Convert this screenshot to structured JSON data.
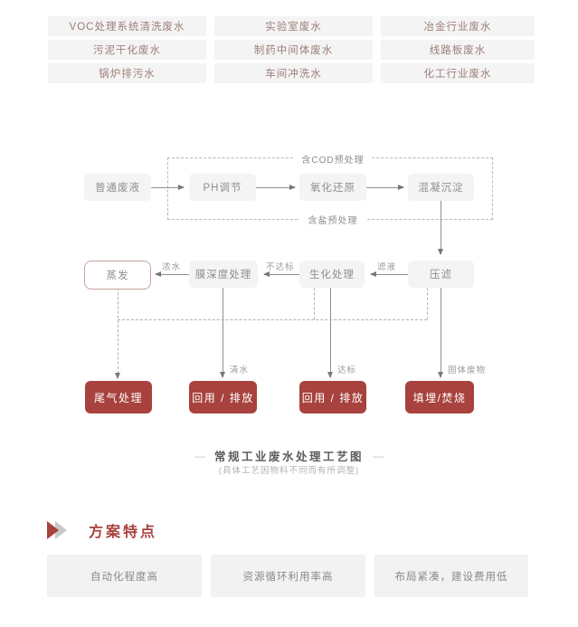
{
  "colors": {
    "accent_red": "#a8423e",
    "box_gray": "#f4f4f4",
    "outline_box_border": "#c9a29c",
    "grid_text": "#9c7e79",
    "line_gray": "#8f8f8f",
    "dash_gray": "#b0b0b0"
  },
  "wastewater_types": {
    "cells": [
      "VOC处理系统清洗废水",
      "实验室废水",
      "冶金行业废水",
      "污泥干化废水",
      "制药中间体废水",
      "线路板废水",
      "锅炉排污水",
      "车间冲洗水",
      "化工行业废水"
    ]
  },
  "flowchart": {
    "pretreatment_labels": {
      "cod": "含COD预处理",
      "salt": "含盐预处理"
    },
    "process_nodes": {
      "influent": "普通废液",
      "ph_adjust": "PH调节",
      "redox": "氧化还原",
      "coagulation": "混凝沉淀",
      "evaporation": "蒸发",
      "membrane": "膜深度处理",
      "biochemical": "生化处理",
      "filter_press": "压滤"
    },
    "stream_labels": {
      "concentrate": "浓水",
      "below_standard": "不达标",
      "filtrate": "滤液",
      "clean_water": "清水",
      "up_to_standard": "达标",
      "solid_waste": "固体废物"
    },
    "terminal_nodes": {
      "tail_gas": "尾气处理",
      "reuse_discharge_1": "回用 / 排放",
      "reuse_discharge_2": "回用 / 排放",
      "landfill": "填埋/焚烧"
    },
    "caption": {
      "dash": "—",
      "title": "常规工业废水处理工艺图",
      "note": "(具体工艺因物料不同而有所调整)"
    }
  },
  "features": {
    "title": "方案特点",
    "items": [
      "自动化程度高",
      "资源循环利用率高",
      "布局紧凑，建设费用低"
    ]
  }
}
